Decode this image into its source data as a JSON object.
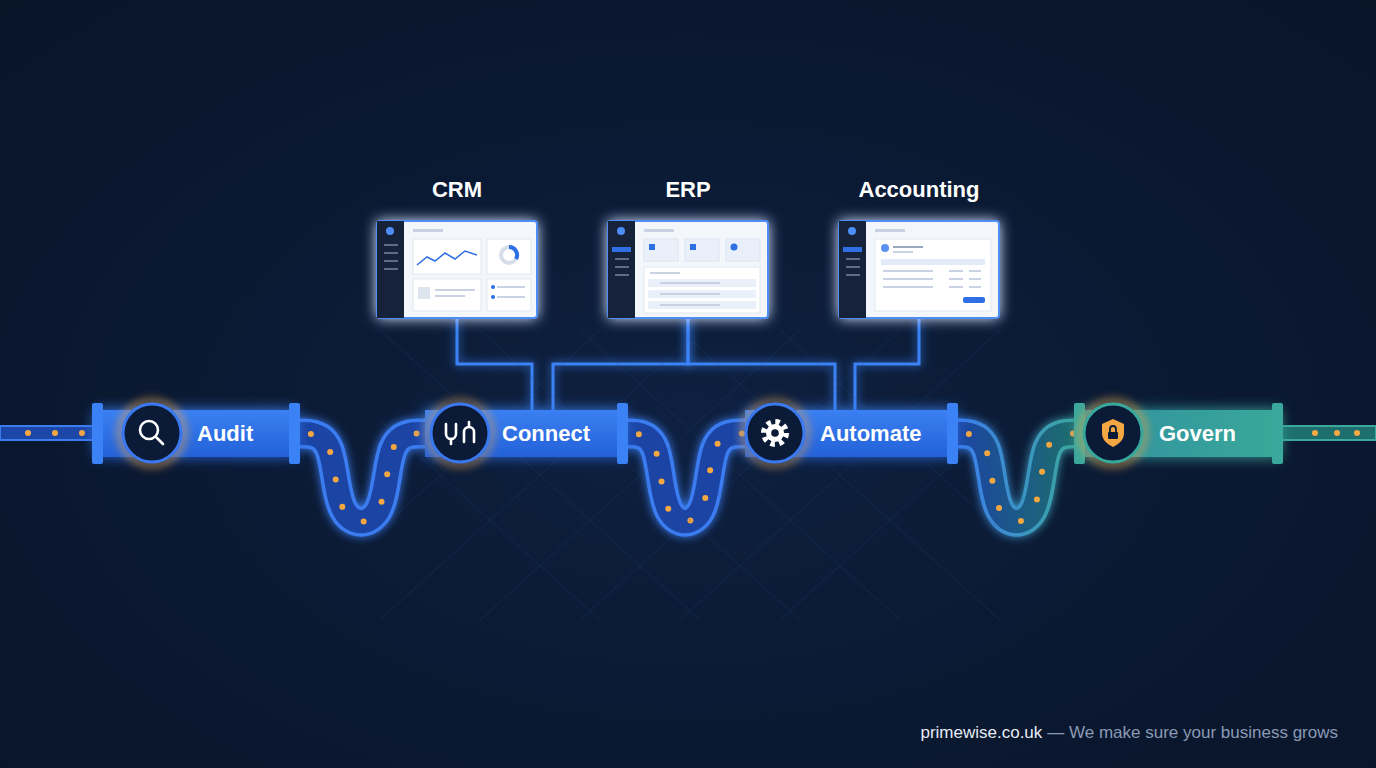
{
  "diagram": {
    "nodes": [
      {
        "text": [
          "CRM"
        ]
      },
      {
        "text": [
          "ERP"
        ]
      },
      {
        "text": [
          "Accounting"
        ]
      },
      {
        "text": [
          "Audit"
        ]
      },
      {
        "text": [
          "Connect"
        ]
      },
      {
        "text": [
          "Automate"
        ]
      },
      {
        "text": [
          "Govern"
        ]
      }
    ],
    "edges": [
      {
        "from": 3,
        "to": 4,
        "arrow": "none"
      },
      {
        "from": 4,
        "to": 5,
        "arrow": "none"
      },
      {
        "from": 5,
        "to": 6,
        "arrow": "none"
      },
      {
        "from": 0,
        "to": 4,
        "arrow": "none"
      },
      {
        "from": 1,
        "to": 4,
        "arrow": "none"
      },
      {
        "from": 1,
        "to": 5,
        "arrow": "none"
      },
      {
        "from": 2,
        "to": 5,
        "arrow": "none"
      }
    ],
    "labels": [
      "primewise.co.uk",
      "— We make sure your business grows"
    ]
  }
}
